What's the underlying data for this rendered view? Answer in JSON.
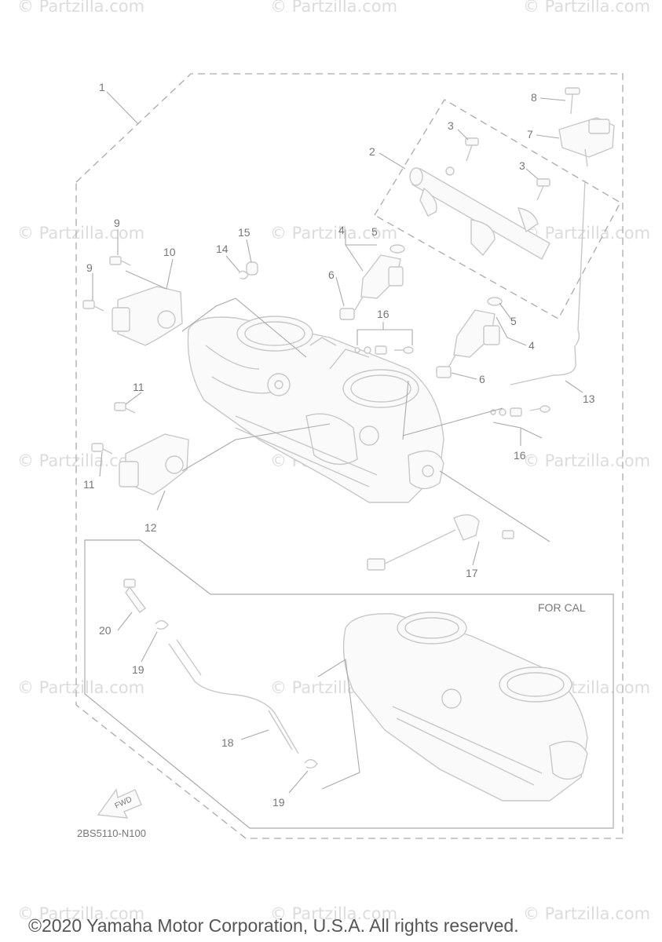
{
  "watermarks": [
    "© Partzilla.com",
    "© Partzilla.com",
    "© Partzilla.com",
    "© Partzilla.com",
    "© Partzilla.com",
    "© Partzilla.com",
    "© Partzilla.com",
    "© Partzilla.com",
    "© Partzilla.com",
    "© Partzilla.com",
    "© Partzilla.com",
    "© Partzilla.com",
    "© Partzilla.com",
    "© Partzilla.com",
    "© Partzilla.com"
  ],
  "callouts": [
    "1",
    "2",
    "3",
    "3",
    "4",
    "5",
    "4",
    "5",
    "6",
    "6",
    "7",
    "8",
    "9",
    "9",
    "10",
    "11",
    "11",
    "12",
    "13",
    "14",
    "15",
    "16",
    "16",
    "17",
    "18",
    "19",
    "19",
    "20"
  ],
  "for_cal_label": "FOR CAL",
  "fwd_label": "FWD",
  "diagram_code": "2BS5110-N100",
  "copyright": "©2020 Yamaha Motor Corporation, U.S.A. All rights reserved."
}
